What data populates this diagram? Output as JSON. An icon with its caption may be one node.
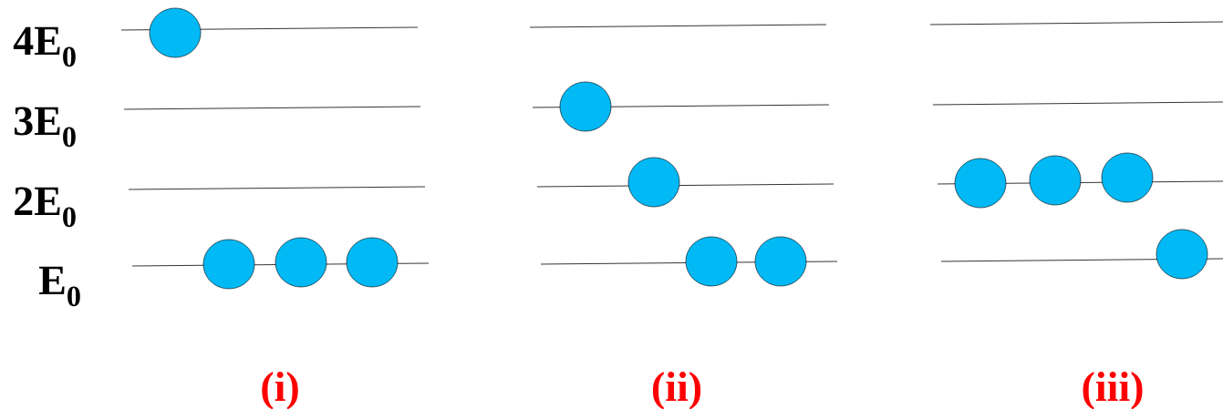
{
  "diagram": {
    "nodes": [
      {
        "text": [],
        "shape": "circle"
      },
      {
        "text": [],
        "shape": "circle"
      },
      {
        "text": [],
        "shape": "circle"
      },
      {
        "text": [],
        "shape": "circle"
      },
      {
        "text": [],
        "shape": "circle"
      },
      {
        "text": [],
        "shape": "circle"
      },
      {
        "text": [],
        "shape": "circle"
      },
      {
        "text": [],
        "shape": "circle"
      },
      {
        "text": [],
        "shape": "circle"
      },
      {
        "text": [],
        "shape": "circle"
      },
      {
        "text": [],
        "shape": "circle"
      },
      {
        "text": [],
        "shape": "circle"
      }
    ],
    "labels": [
      "4E$_{0}$",
      "3E$_{0}$",
      "2E$_{0}$",
      "E$_{0}$",
      "(i)",
      "(ii)",
      "(iii)"
    ]
  }
}
